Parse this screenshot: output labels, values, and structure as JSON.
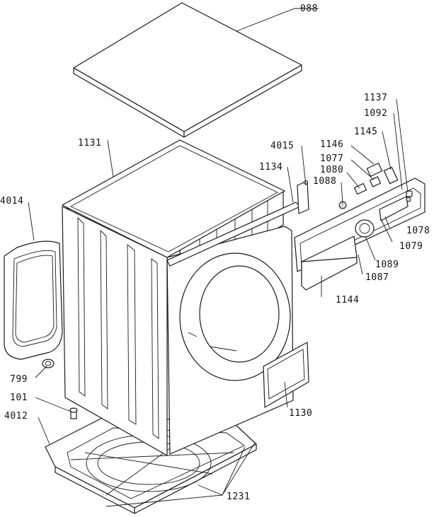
{
  "diagram": {
    "callouts": [
      {
        "id": "lid",
        "text": "088"
      },
      {
        "id": "frame",
        "text": "1131"
      },
      {
        "id": "side-panel",
        "text": "4014"
      },
      {
        "id": "bracket",
        "text": "4015"
      },
      {
        "id": "rail",
        "text": "1134"
      },
      {
        "id": "c1137",
        "text": "1137"
      },
      {
        "id": "c1092",
        "text": "1092"
      },
      {
        "id": "c1145",
        "text": "1145"
      },
      {
        "id": "c1146",
        "text": "1146"
      },
      {
        "id": "c1077",
        "text": "1077"
      },
      {
        "id": "c1080",
        "text": "1080"
      },
      {
        "id": "c1088",
        "text": "1088"
      },
      {
        "id": "c1078",
        "text": "1078"
      },
      {
        "id": "c1079",
        "text": "1079"
      },
      {
        "id": "c1089",
        "text": "1089"
      },
      {
        "id": "c1087",
        "text": "1087"
      },
      {
        "id": "c1144",
        "text": "1144"
      },
      {
        "id": "c799",
        "text": "799"
      },
      {
        "id": "c101",
        "text": "101"
      },
      {
        "id": "c4012",
        "text": "4012"
      },
      {
        "id": "c1130",
        "text": "1130"
      },
      {
        "id": "c1231",
        "text": "1231"
      }
    ]
  }
}
